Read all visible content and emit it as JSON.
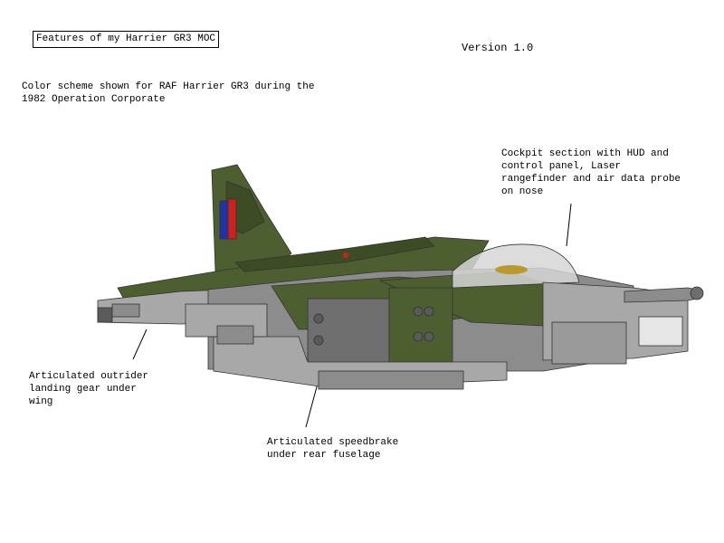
{
  "title": "Features of my Harrier GR3 MOC",
  "version": "Version 1.0",
  "scheme_line1": "Color scheme shown for RAF Harrier GR3 during the",
  "scheme_line2": "1982 Operation Corporate",
  "cockpit_line1": "Cockpit section with HUD and",
  "cockpit_line2": "control panel, Laser",
  "cockpit_line3": "rangefinder and air data probe",
  "cockpit_line4": "on nose",
  "outrider_line1": "Articulated outrider",
  "outrider_line2": "landing gear under",
  "outrider_line3": "wing",
  "speedbrake_line1": "Articulated speedbrake",
  "speedbrake_line2": "under rear fuselage",
  "colors": {
    "camo_green": "#4d5f30",
    "light_gray": "#a8a8a8",
    "mid_gray": "#8c8c8c",
    "dark_gray": "#5a5a5a",
    "roundel_red": "#d0201c",
    "roundel_blue": "#2233aa"
  }
}
